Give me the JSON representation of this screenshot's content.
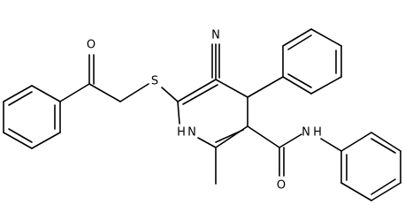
{
  "labels": {
    "n_nitrile": "N",
    "o_ketone": "O",
    "s_thio": "S",
    "nh_ring": "H",
    "n_ring": "N",
    "n_amide": "N",
    "h_amide": "H",
    "o_amide": "O"
  },
  "colors": {
    "stroke": "#000000",
    "background": "#ffffff"
  }
}
